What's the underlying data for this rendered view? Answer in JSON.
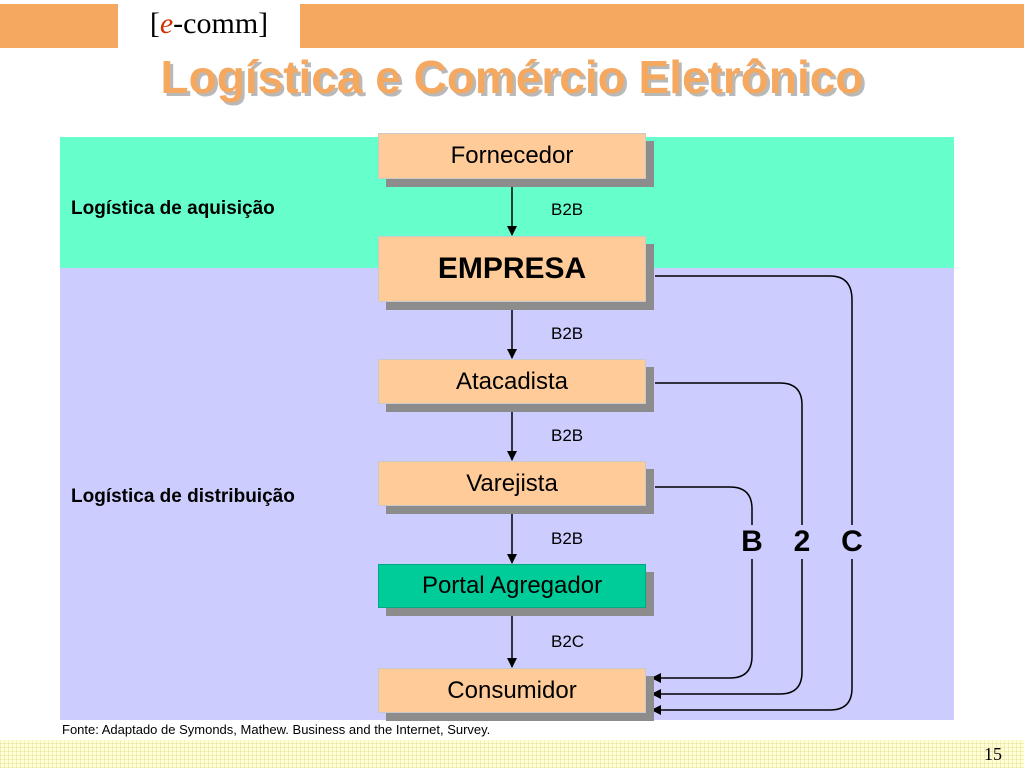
{
  "header": {
    "brand_open": "[",
    "brand_e": "e",
    "brand_rest": "-comm]",
    "title": "Logística e Comércio Eletrônico"
  },
  "regions": {
    "acquisition": "Logística de aquisição",
    "distribution": "Logística de distribuição"
  },
  "nodes": [
    {
      "id": "fornecedor",
      "label": "Fornecedor"
    },
    {
      "id": "empresa",
      "label": "EMPRESA"
    },
    {
      "id": "atacadista",
      "label": "Atacadista"
    },
    {
      "id": "varejista",
      "label": "Varejista"
    },
    {
      "id": "portal",
      "label": "Portal Agregador"
    },
    {
      "id": "consumidor",
      "label": "Consumidor"
    }
  ],
  "edges": [
    {
      "from": "fornecedor",
      "to": "empresa",
      "label": "B2B"
    },
    {
      "from": "empresa",
      "to": "atacadista",
      "label": "B2B"
    },
    {
      "from": "atacadista",
      "to": "varejista",
      "label": "B2B"
    },
    {
      "from": "varejista",
      "to": "portal",
      "label": "B2B"
    },
    {
      "from": "portal",
      "to": "consumidor",
      "label": "B2C"
    }
  ],
  "b2c_letters": [
    "B",
    "2",
    "C"
  ],
  "footer": {
    "source": "Fonte: Adaptado de Symonds, Mathew. Business and the Internet, Survey.",
    "page_number": "15"
  },
  "colors": {
    "accent_orange": "#f5a860",
    "acquisition_band": "#66ffcc",
    "distribution_band": "#ccccff",
    "node_fill": "#ffcc99",
    "portal_fill": "#00cc99"
  }
}
